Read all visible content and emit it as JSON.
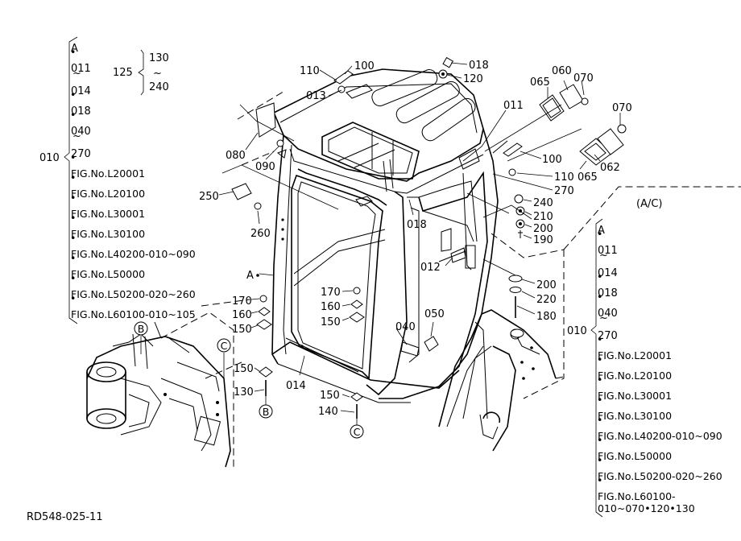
{
  "drawing_id": "RD548-025-11",
  "ac_label": "(A/C)",
  "tilde": "~",
  "bullet": "•",
  "left_note": {
    "code": "010",
    "lines": [
      "A",
      "011",
      "014",
      "018",
      "040",
      "270",
      "FIG.No.L20001",
      "FIG.No.L20100",
      "FIG.No.L30001",
      "FIG.No.L30100",
      "FIG.No.L40200-010~090",
      "FIG.No.L50000",
      "FIG.No.L50200-020~260",
      "FIG.No.L60100-010~105"
    ]
  },
  "note_125": {
    "code": "125",
    "from": "130",
    "to": "240"
  },
  "right_note": {
    "code": "010",
    "lines": [
      "A",
      "011",
      "014",
      "018",
      "040",
      "270",
      "FIG.No.L20001",
      "FIG.No.L20100",
      "FIG.No.L30001",
      "FIG.No.L30100",
      "FIG.No.L40200-010~090",
      "FIG.No.L50000",
      "FIG.No.L50200-020~260",
      "FIG.No.L60100-",
      "010~070•120•130"
    ]
  },
  "callouts": {
    "p100a": "100",
    "p110a": "110",
    "p013": "013",
    "p018a": "018",
    "p120": "120",
    "p011": "011",
    "p065a": "065",
    "p060": "060",
    "p070a": "070",
    "p070b": "070",
    "p062": "062",
    "p065b": "065",
    "p100b": "100",
    "p110b": "110",
    "p270": "270",
    "p080": "080",
    "p090": "090",
    "p250": "250",
    "p260": "260",
    "p018b": "018",
    "p240": "240",
    "p210": "210",
    "p200a": "200",
    "p190": "190",
    "p012": "012",
    "p200b": "200",
    "p220": "220",
    "p180": "180",
    "p170a": "170",
    "p160a": "160",
    "p150a": "150",
    "p170b": "170",
    "p160b": "160",
    "p150b": "150",
    "p040": "040",
    "p050": "050",
    "p150c": "150",
    "p130": "130",
    "p014": "014",
    "p150d": "150",
    "p140": "140",
    "refA": "A"
  },
  "markers": {
    "B1": "B",
    "B2": "B",
    "C1": "C",
    "C2": "C"
  }
}
